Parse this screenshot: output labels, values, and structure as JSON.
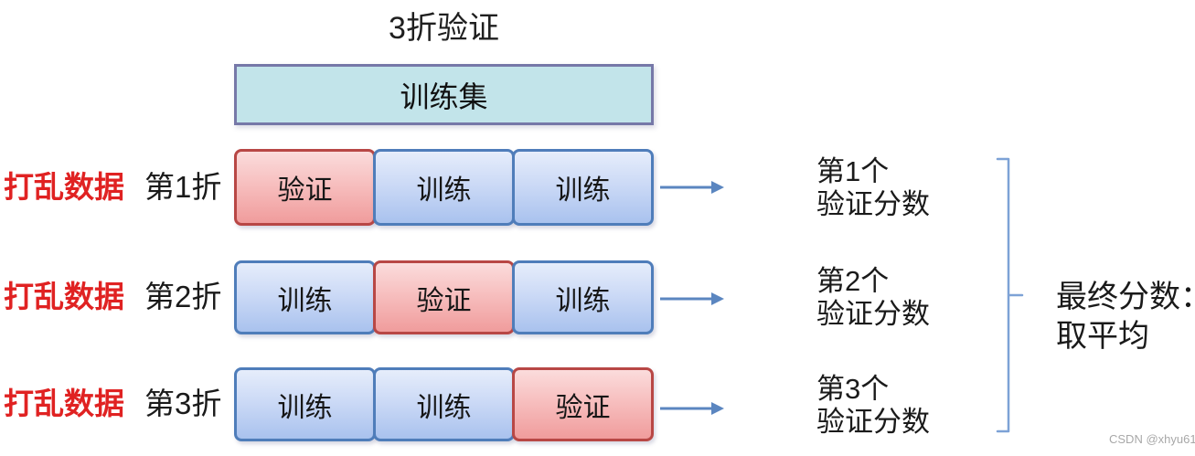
{
  "title": "3折验证",
  "training_set": {
    "label": "训练集"
  },
  "rows": [
    {
      "shuffle_label": "打乱数据",
      "fold_label": "第1折",
      "cells": [
        {
          "label": "验证",
          "type": "validation"
        },
        {
          "label": "训练",
          "type": "train"
        },
        {
          "label": "训练",
          "type": "train"
        }
      ],
      "score": {
        "line1": "第1个",
        "line2": "验证分数"
      }
    },
    {
      "shuffle_label": "打乱数据",
      "fold_label": "第2折",
      "cells": [
        {
          "label": "训练",
          "type": "train"
        },
        {
          "label": "验证",
          "type": "validation"
        },
        {
          "label": "训练",
          "type": "train"
        }
      ],
      "score": {
        "line1": "第2个",
        "line2": "验证分数"
      }
    },
    {
      "shuffle_label": "打乱数据",
      "fold_label": "第3折",
      "cells": [
        {
          "label": "训练",
          "type": "train"
        },
        {
          "label": "训练",
          "type": "train"
        },
        {
          "label": "验证",
          "type": "validation"
        }
      ],
      "score": {
        "line1": "第3个",
        "line2": "验证分数"
      }
    }
  ],
  "final_score": {
    "line1": "最终分数：",
    "line2": "取平均"
  },
  "watermark": "CSDN @xhyu61",
  "colors": {
    "shuffle_text": "#e02222",
    "train_border": "#4f7dba",
    "train_fill_top": "#e6edfb",
    "train_fill_bottom": "#a9c2ee",
    "validation_border": "#b84745",
    "validation_fill_top": "#fbdcdc",
    "validation_fill_bottom": "#f09c9c",
    "training_set_fill": "#c2e4ea",
    "training_set_border": "#7678a8",
    "arrow": "#5b86c0",
    "bracket": "#7da2d6",
    "watermark_text": "#a8a8a8"
  }
}
